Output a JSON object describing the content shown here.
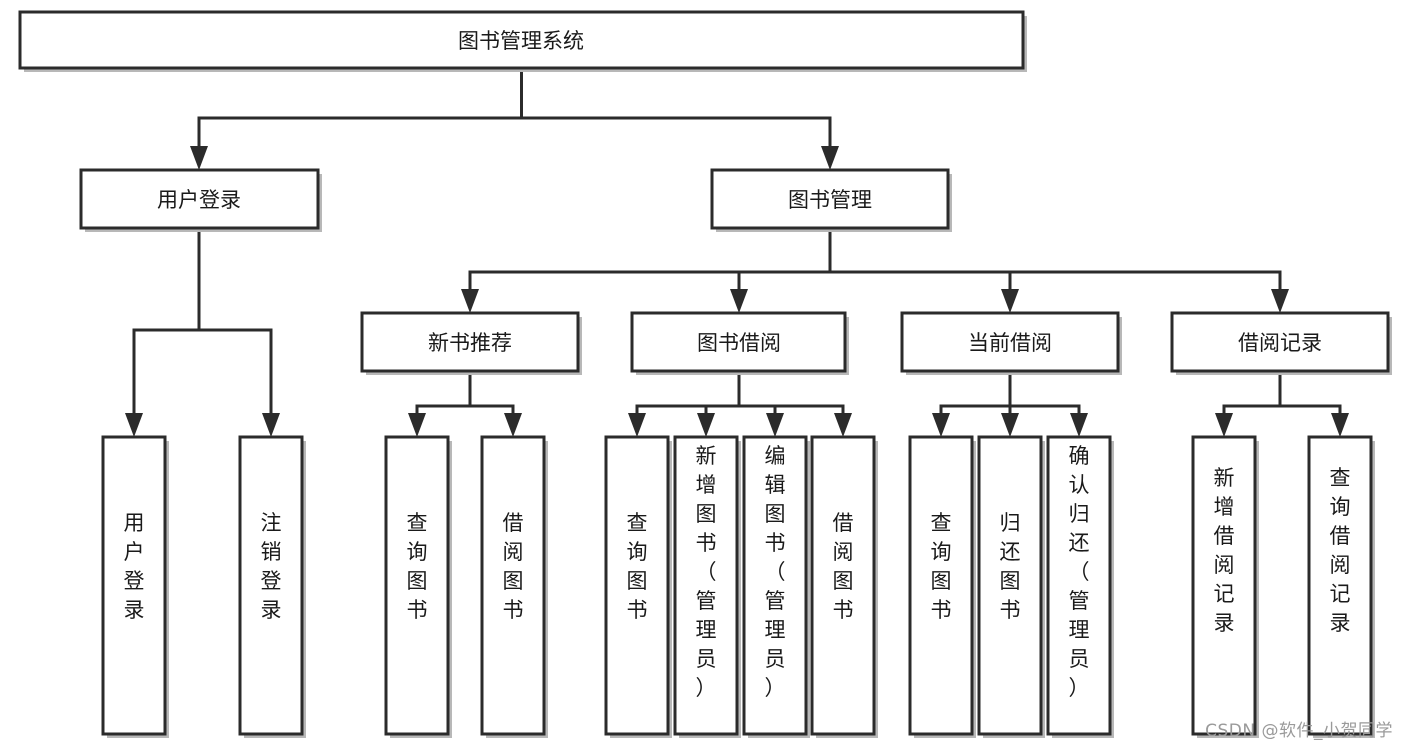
{
  "diagram": {
    "title": "图书管理系统",
    "type": "tree",
    "watermark": "CSDN @软件_小贺同学",
    "colors": {
      "box_fill": "#ffffff",
      "box_stroke": "#2b2b2b",
      "connector": "#2b2b2b",
      "shadow": "#b8b8b8",
      "text": "#1a1a1a",
      "watermark": "#9a9a9a",
      "background": "#ffffff"
    },
    "root": {
      "label": "图书管理系统",
      "orientation": "horizontal"
    },
    "level2": [
      {
        "label": "用户登录",
        "orientation": "horizontal"
      },
      {
        "label": "图书管理",
        "orientation": "horizontal"
      }
    ],
    "level3": [
      {
        "label": "新书推荐",
        "orientation": "horizontal"
      },
      {
        "label": "图书借阅",
        "orientation": "horizontal"
      },
      {
        "label": "当前借阅",
        "orientation": "horizontal"
      },
      {
        "label": "借阅记录",
        "orientation": "horizontal"
      }
    ],
    "leaves": {
      "user_login": [
        {
          "label": "用户登录",
          "lines": [
            "用",
            "户",
            "登",
            "录"
          ]
        },
        {
          "label": "注销登录",
          "lines": [
            "注",
            "销",
            "登",
            "录"
          ]
        }
      ],
      "new_book_recommend": [
        {
          "label": "查询图书",
          "lines": [
            "查",
            "询",
            "图",
            "书"
          ]
        },
        {
          "label": "借阅图书",
          "lines": [
            "借",
            "阅",
            "图",
            "书"
          ]
        }
      ],
      "book_borrow": [
        {
          "label": "查询图书",
          "lines": [
            "查",
            "询",
            "图",
            "书"
          ]
        },
        {
          "label": "新增图书（管理员）",
          "lines": [
            "新",
            "增",
            "图",
            "书",
            "（",
            "管",
            "理",
            "员",
            "）"
          ]
        },
        {
          "label": "编辑图书（管理员）",
          "lines": [
            "编",
            "辑",
            "图",
            "书",
            "（",
            "管",
            "理",
            "员",
            "）"
          ]
        },
        {
          "label": "借阅图书",
          "lines": [
            "借",
            "阅",
            "图",
            "书"
          ]
        }
      ],
      "current_borrow": [
        {
          "label": "查询图书",
          "lines": [
            "查",
            "询",
            "图",
            "书"
          ]
        },
        {
          "label": "归还图书",
          "lines": [
            "归",
            "还",
            "图",
            "书"
          ]
        },
        {
          "label": "确认归还（管理员）",
          "lines": [
            "确",
            "认",
            "归",
            "还",
            "（",
            "管",
            "理",
            "员",
            "）"
          ]
        }
      ],
      "borrow_record": [
        {
          "label": "新增借阅记录",
          "lines": [
            "新",
            "增",
            "借",
            "阅",
            "记",
            "录"
          ]
        },
        {
          "label": "查询借阅记录",
          "lines": [
            "查",
            "询",
            "借",
            "阅",
            "记",
            "录"
          ]
        }
      ]
    }
  }
}
